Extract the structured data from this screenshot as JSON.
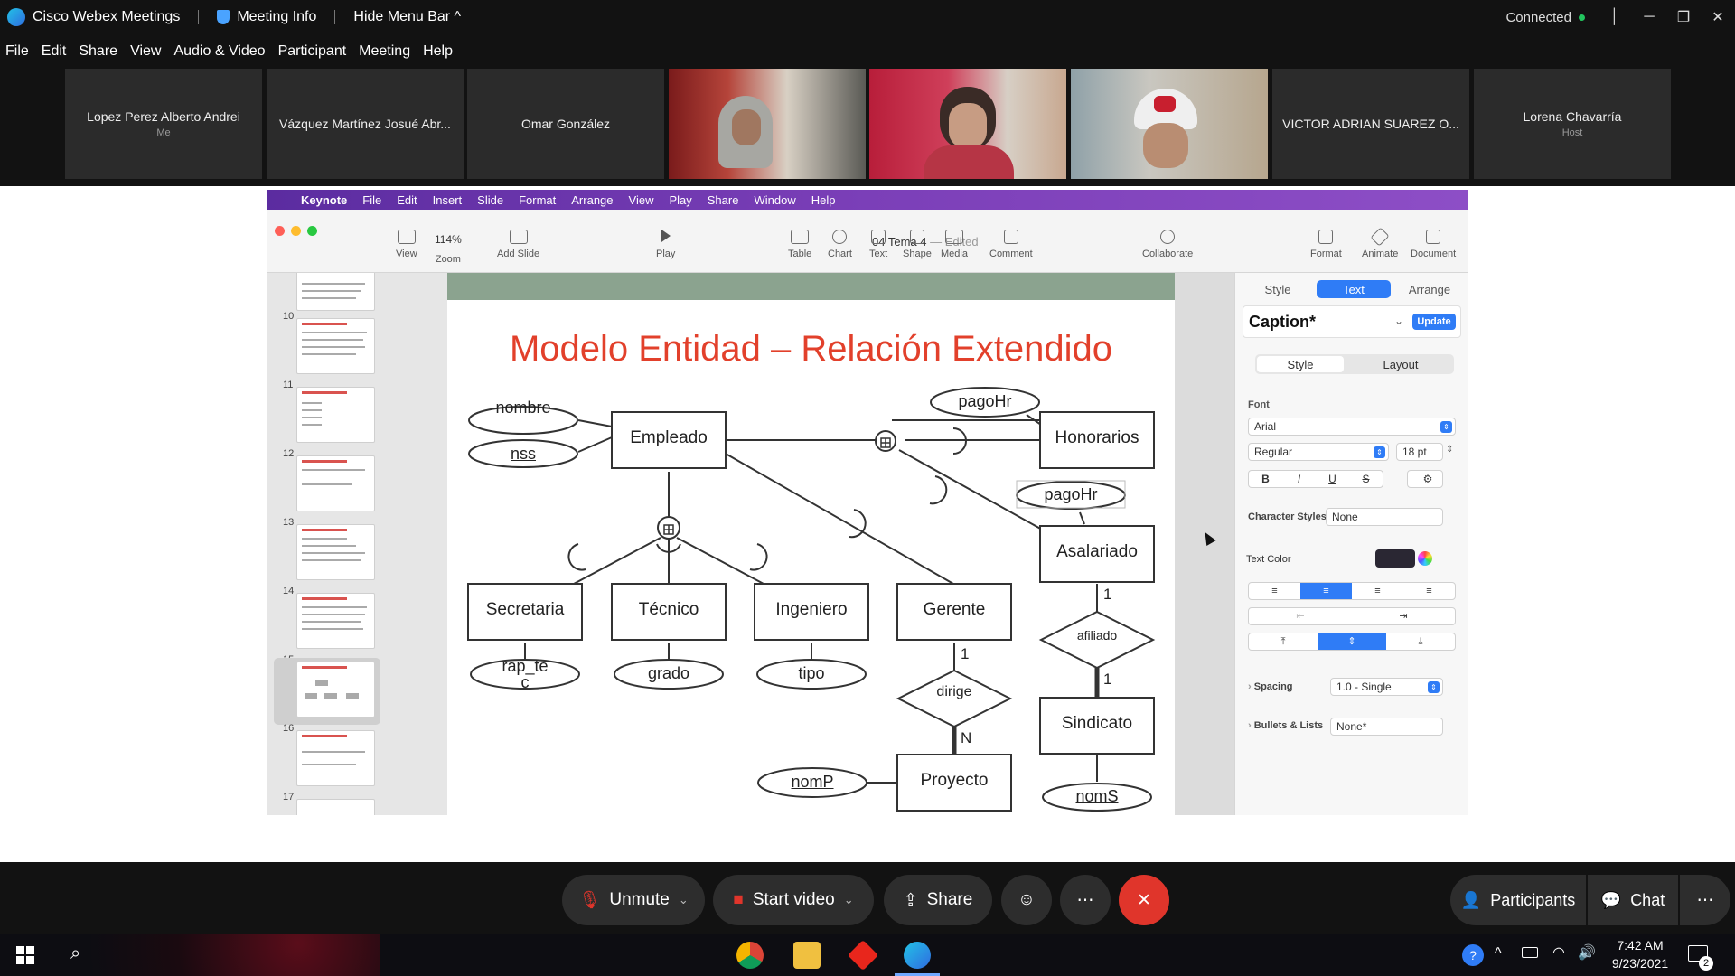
{
  "app": {
    "title": "Cisco Webex Meetings",
    "meeting_info": "Meeting Info",
    "hide_menu": "Hide Menu Bar ^",
    "status": "Connected"
  },
  "menu": [
    "File",
    "Edit",
    "Share",
    "View",
    "Audio & Video",
    "Participant",
    "Meeting",
    "Help"
  ],
  "participants": [
    {
      "name": "Lopez Perez Alberto Andrei",
      "role": "Me"
    },
    {
      "name": "Vázquez Martínez Josué Abr...",
      "role": ""
    },
    {
      "name": "Omar González",
      "role": ""
    },
    {
      "name": "VICTOR ADRIAN SUAREZ O...",
      "role": ""
    },
    {
      "name": "Lorena Chavarría",
      "role": "Host"
    }
  ],
  "keynote": {
    "menu": [
      "Keynote",
      "File",
      "Edit",
      "Insert",
      "Slide",
      "Format",
      "Arrange",
      "View",
      "Play",
      "Share",
      "Window",
      "Help"
    ],
    "doc_title": "04 Tema 4",
    "doc_state": "— Edited",
    "toolbar": [
      "View",
      "Zoom",
      "Add Slide",
      "Play",
      "Table",
      "Chart",
      "Text",
      "Shape",
      "Media",
      "Comment",
      "Collaborate",
      "Format",
      "Animate",
      "Document"
    ],
    "zoom": "114%",
    "slide_numbers": [
      "10",
      "11",
      "12",
      "13",
      "14",
      "15",
      "16",
      "17"
    ],
    "slide": {
      "title": "Modelo Entidad – Relación Extendido",
      "entities": [
        "Empleado",
        "Honorarios",
        "Asalariado",
        "Secretaria",
        "Técnico",
        "Ingeniero",
        "Gerente",
        "Sindicato",
        "Proyecto"
      ],
      "attrs": [
        "nombre",
        "nss",
        "pagoHr",
        "pagoHr",
        "rap_tec",
        "grado",
        "tipo",
        "nomP",
        "nomS"
      ],
      "relations": [
        "dirige",
        "afiliado"
      ],
      "cards": [
        "1",
        "N",
        "1",
        "1"
      ]
    },
    "inspector": {
      "tabs": [
        "Style",
        "Text",
        "Arrange"
      ],
      "paragraph_style": "Caption*",
      "update": "Update",
      "sub_tabs": [
        "Style",
        "Layout"
      ],
      "font_label": "Font",
      "font": "Arial",
      "weight": "Regular",
      "size": "18 pt",
      "bius": [
        "B",
        "I",
        "U",
        "S"
      ],
      "char_styles_label": "Character Styles",
      "char_styles": "None",
      "text_color_label": "Text Color",
      "spacing_label": "Spacing",
      "spacing": "1.0 - Single",
      "bullets_label": "Bullets & Lists",
      "bullets": "None*"
    }
  },
  "controls": {
    "unmute": "Unmute",
    "start_video": "Start video",
    "share": "Share",
    "participants": "Participants",
    "chat": "Chat"
  },
  "taskbar": {
    "time": "7:42 AM",
    "date": "9/23/2021",
    "badge": "2"
  },
  "colors": {
    "keynote_menubar": "#6b35b0",
    "slide_title": "#e2402b",
    "leave_button": "#e0352b",
    "accent_blue": "#2f7cf6"
  }
}
